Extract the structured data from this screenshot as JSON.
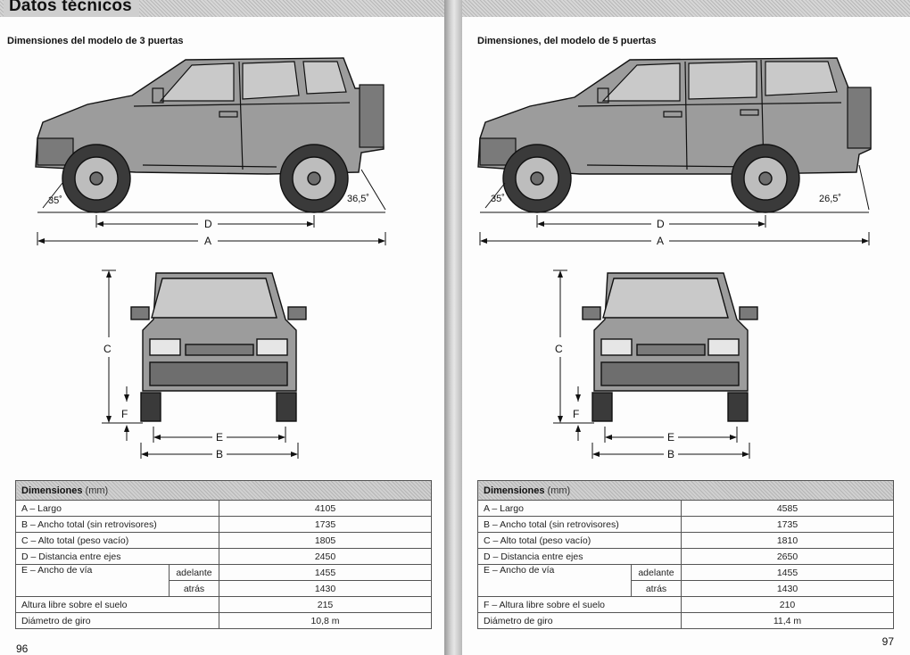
{
  "header": {
    "title": "Datos técnicos"
  },
  "left": {
    "section_title": "Dimensiones del modelo de 3 puertas",
    "angles": {
      "front": "35˚",
      "rear": "36,5˚"
    },
    "dim_labels": {
      "a": "A",
      "b": "B",
      "c": "C",
      "d": "D",
      "e": "E",
      "f": "F"
    },
    "table": {
      "header": "Dimensiones",
      "unit": "(mm)",
      "rows": [
        {
          "label": "A – Largo",
          "value": "4105"
        },
        {
          "label": "B – Ancho total (sin retrovisores)",
          "value": "1735"
        },
        {
          "label": "C – Alto total (peso vacío)",
          "value": "1805"
        },
        {
          "label": "D – Distancia entre ejes",
          "value": "2450"
        },
        {
          "label": "E – Ancho de vía",
          "sub1": "adelante",
          "value1": "1455",
          "sub2": "atrás",
          "value2": "1430"
        },
        {
          "label": "Altura libre sobre el suelo",
          "value": "215"
        },
        {
          "label": "Diámetro de giro",
          "value": "10,8 m"
        }
      ]
    },
    "page_number": "96"
  },
  "right": {
    "section_title": "Dimensiones, del modelo de 5 puertas",
    "angles": {
      "front": "35˚",
      "rear": "26,5˚"
    },
    "dim_labels": {
      "a": "A",
      "b": "B",
      "c": "C",
      "d": "D",
      "e": "E",
      "f": "F"
    },
    "table": {
      "header": "Dimensiones",
      "unit": "(mm)",
      "rows": [
        {
          "label": "A – Largo",
          "value": "4585"
        },
        {
          "label": "B – Ancho total (sin retrovisores)",
          "value": "1735"
        },
        {
          "label": "C – Alto total (peso vacío)",
          "value": "1810"
        },
        {
          "label": "D – Distancia entre ejes",
          "value": "2650"
        },
        {
          "label": "E – Ancho de vía",
          "sub1": "adelante",
          "value1": "1455",
          "sub2": "atrás",
          "value2": "1430"
        },
        {
          "label": "F – Altura libre sobre el suelo",
          "value": "210"
        },
        {
          "label": "Diámetro de giro",
          "value": "11,4 m"
        }
      ]
    },
    "page_number": "97"
  }
}
